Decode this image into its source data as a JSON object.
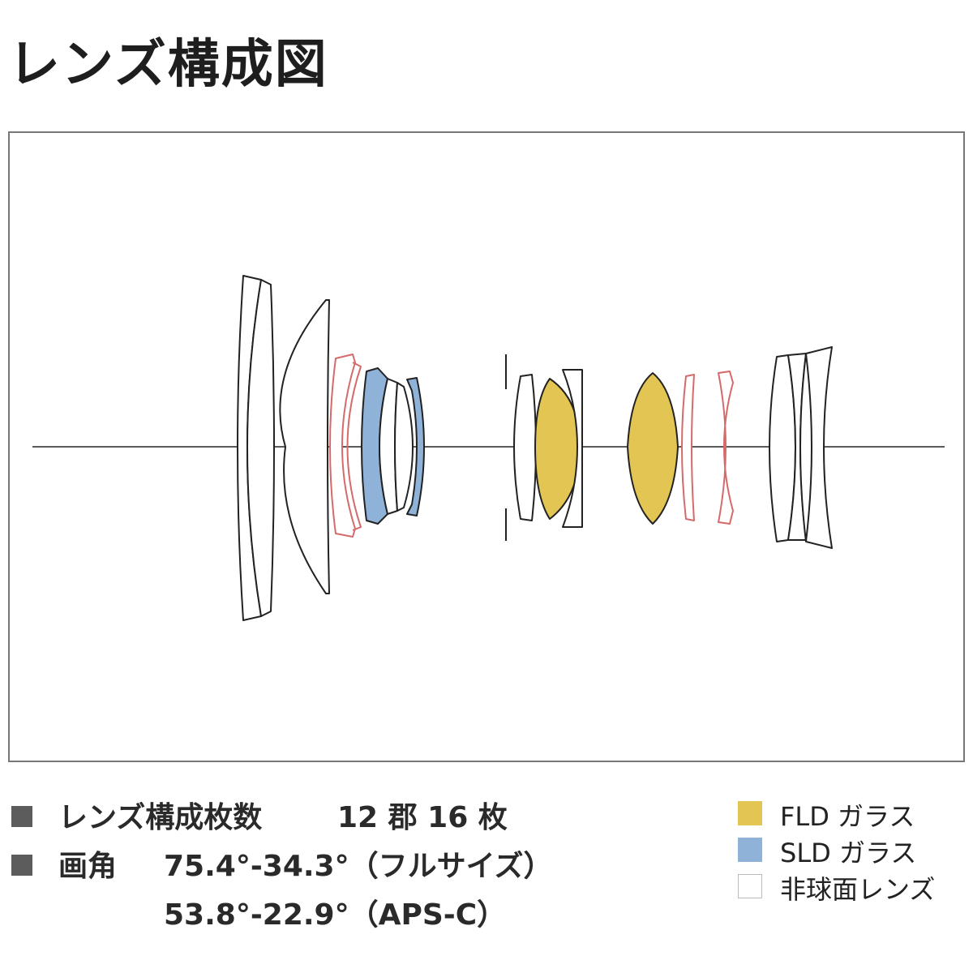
{
  "title": "レンズ構成図",
  "specs": [
    {
      "label": "レンズ構成枚数",
      "value": "12 郡 16 枚"
    },
    {
      "label": "画角",
      "value": "75.4°-34.3°（フルサイズ）"
    },
    {
      "label": "",
      "value": "53.8°-22.9°（APS-C）"
    }
  ],
  "legend": [
    {
      "label": "FLD ガラス",
      "color": "#e3c554"
    },
    {
      "label": "SLD ガラス",
      "color": "#8fb2d8"
    },
    {
      "label": "非球面レンズ",
      "color": "#ffffff"
    }
  ],
  "colors": {
    "fld": "#e3c554",
    "sld": "#8fb2d8",
    "aspherical_outline": "#d46a6a",
    "lens_outline": "#222222"
  }
}
